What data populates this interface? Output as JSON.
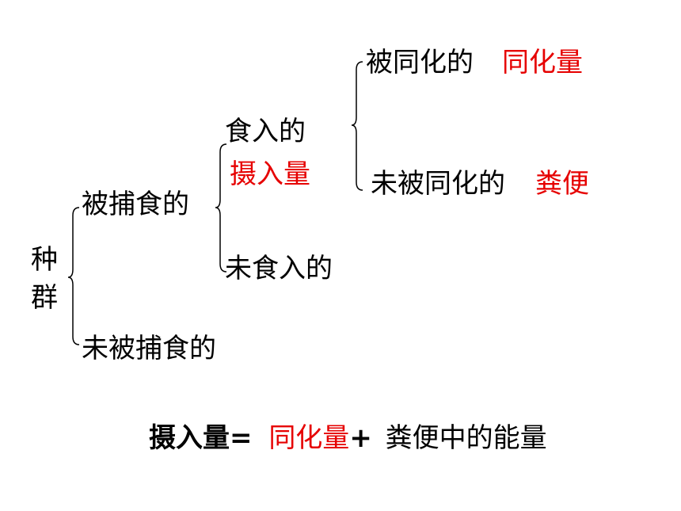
{
  "root": {
    "label": "种群"
  },
  "level1": {
    "preyed": "被捕食的",
    "not_preyed": "未被捕食的"
  },
  "level2": {
    "eaten": "食入的",
    "intake": "摄入量",
    "not_eaten": "未食入的"
  },
  "level3": {
    "assimilated": "被同化的",
    "assimilated_amount": "同化量",
    "not_assimilated": "未被同化的",
    "feces": "粪便"
  },
  "formula": {
    "lhs": "摄入量=",
    "term1": "同化量",
    "plus": "+",
    "term2": "粪便中的能量"
  },
  "colors": {
    "highlight": "#e60000",
    "text": "#000000"
  }
}
